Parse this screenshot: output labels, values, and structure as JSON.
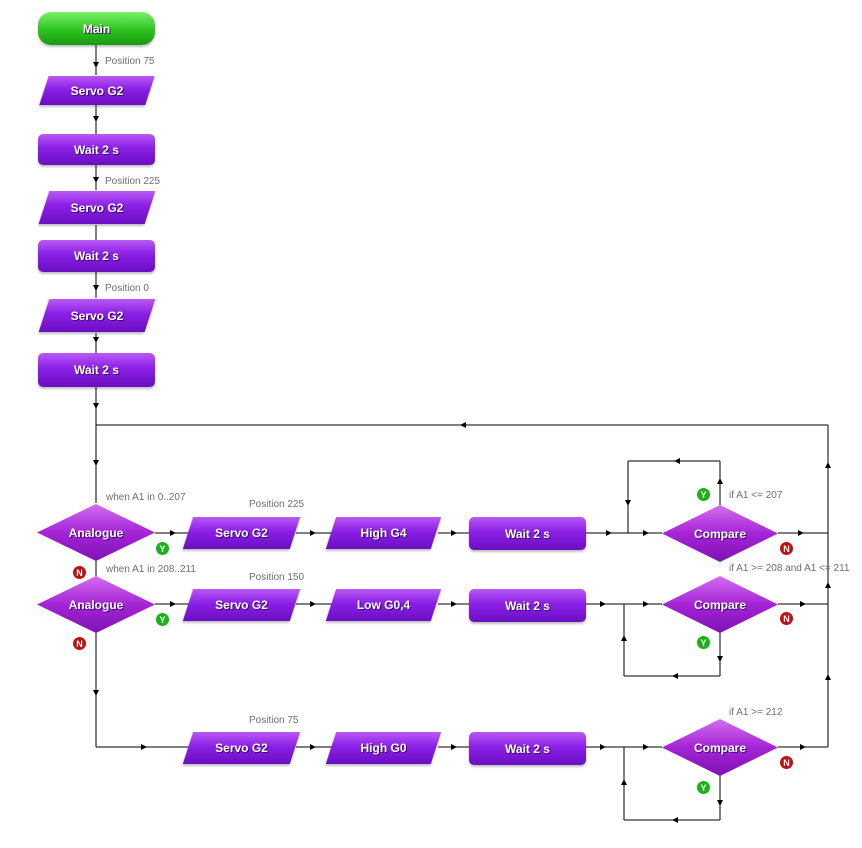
{
  "flowchart": {
    "start_label": "Main",
    "sequence": [
      {
        "type": "servo",
        "label": "Servo G2",
        "note": "Position 75"
      },
      {
        "type": "wait",
        "label": "Wait 2 s"
      },
      {
        "type": "servo",
        "label": "Servo G2",
        "note": "Position 225"
      },
      {
        "type": "wait",
        "label": "Wait 2 s"
      },
      {
        "type": "servo",
        "label": "Servo G2",
        "note": "Position 0"
      },
      {
        "type": "wait",
        "label": "Wait 2 s"
      }
    ],
    "branches": [
      {
        "decision_label": "Analogue",
        "decision_note": "when A1 in 0..207",
        "servo_label": "Servo G2",
        "servo_note": "Position 225",
        "output_label": "High G4",
        "wait_label": "Wait 2 s",
        "compare_label": "Compare",
        "compare_note": "if A1 <= 207",
        "compare_yes": "Y",
        "compare_no": "N"
      },
      {
        "decision_label": "Analogue",
        "decision_note": "when A1 in 208..211",
        "servo_label": "Servo G2",
        "servo_note": "Position 150",
        "output_label": "Low G0,4",
        "wait_label": "Wait 2 s",
        "compare_label": "Compare",
        "compare_note": "if A1 >= 208 and A1 <= 211",
        "compare_yes": "Y",
        "compare_no": "N"
      },
      {
        "servo_label": "Servo G2",
        "servo_note": "Position 75",
        "output_label": "High G0",
        "wait_label": "Wait 2 s",
        "compare_label": "Compare",
        "compare_note": "if A1 >= 212",
        "compare_yes": "Y",
        "compare_no": "N"
      }
    ],
    "decision_yes": "Y",
    "decision_no": "N",
    "colors": {
      "block_purple": "#8b1fe6",
      "start_green": "#2cc21e",
      "yes_badge": "#19b319",
      "no_badge": "#c01010",
      "connector": "#000000"
    }
  }
}
